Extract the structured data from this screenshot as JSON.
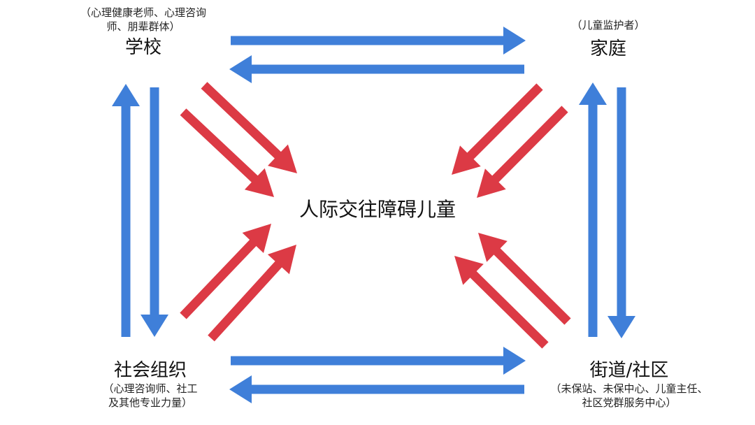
{
  "center": {
    "title": "人际交往障碍儿童"
  },
  "school": {
    "title": "学校",
    "note_line1": "（心理健康老师、心理咨询",
    "note_line2": "师、朋辈群体）"
  },
  "family": {
    "title": "家庭",
    "note": "（儿童监护者）"
  },
  "social_org": {
    "title": "社会组织",
    "note_line1": "（心理咨询师、社工",
    "note_line2": "及其他专业力量）"
  },
  "community": {
    "title": "街道/社区",
    "note_line1": "（未保站、未保中心、儿童主任、",
    "note_line2": "社区党群服务中心）"
  },
  "colors": {
    "blue_arrow": "#3f7fd9",
    "red_arrow": "#dc3a45",
    "text": "#111111"
  }
}
